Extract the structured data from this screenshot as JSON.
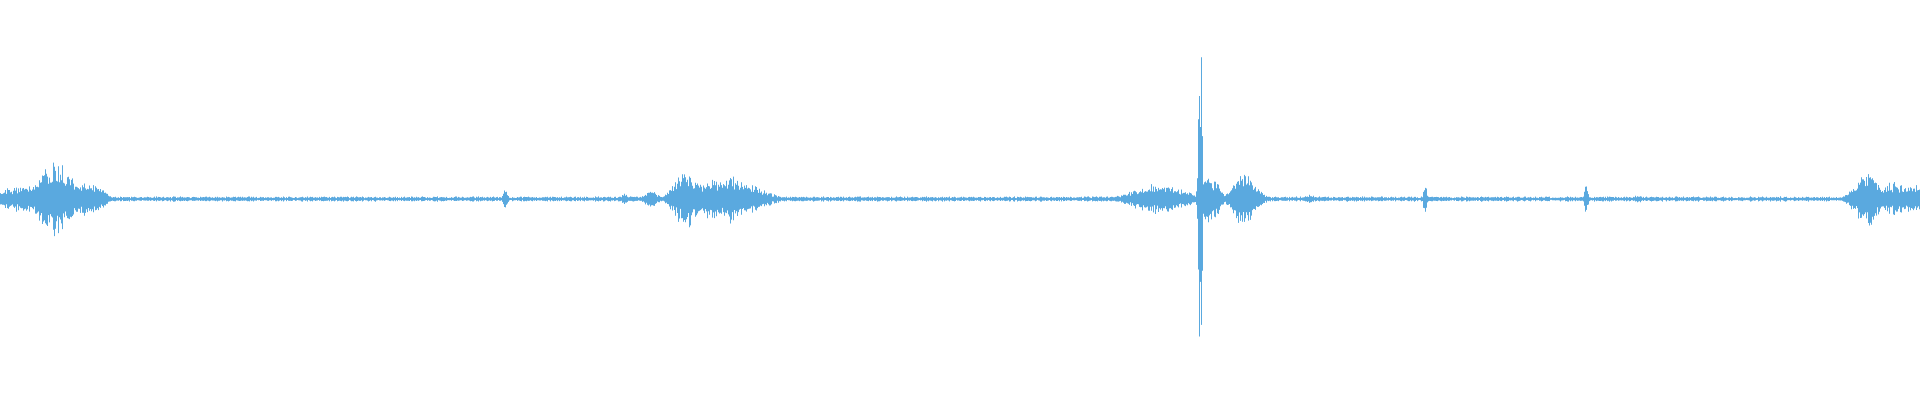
{
  "waveform": {
    "color": "#5aa9df",
    "background": "#ffffff",
    "channels": 1,
    "duration_fraction_note": "",
    "bursts": [
      {
        "center": 0.012,
        "width": 0.02,
        "amp": 0.03,
        "density": 1.0
      },
      {
        "center": 0.029,
        "width": 0.012,
        "amp": 0.085,
        "density": 1.0
      },
      {
        "center": 0.045,
        "width": 0.01,
        "amp": 0.04,
        "density": 1.0
      },
      {
        "center": 0.263,
        "width": 0.0015,
        "amp": 0.03,
        "density": 1.0
      },
      {
        "center": 0.325,
        "width": 0.003,
        "amp": 0.012,
        "density": 1.0
      },
      {
        "center": 0.339,
        "width": 0.005,
        "amp": 0.018,
        "density": 1.0
      },
      {
        "center": 0.357,
        "width": 0.008,
        "amp": 0.07,
        "density": 1.0
      },
      {
        "center": 0.378,
        "width": 0.02,
        "amp": 0.055,
        "density": 1.0
      },
      {
        "center": 0.396,
        "width": 0.006,
        "amp": 0.02,
        "density": 1.0
      },
      {
        "center": 0.603,
        "width": 0.018,
        "amp": 0.035,
        "density": 1.0
      },
      {
        "center": 0.625,
        "width": 0.0012,
        "amp": 0.4,
        "density": 1.0
      },
      {
        "center": 0.63,
        "width": 0.006,
        "amp": 0.06,
        "density": 1.0
      },
      {
        "center": 0.648,
        "width": 0.008,
        "amp": 0.065,
        "density": 1.0
      },
      {
        "center": 0.682,
        "width": 0.004,
        "amp": 0.01,
        "density": 1.0
      },
      {
        "center": 0.742,
        "width": 0.0012,
        "amp": 0.035,
        "density": 1.0
      },
      {
        "center": 0.826,
        "width": 0.0012,
        "amp": 0.04,
        "density": 1.0
      },
      {
        "center": 0.853,
        "width": 0.002,
        "amp": 0.012,
        "density": 1.0
      },
      {
        "center": 0.972,
        "width": 0.008,
        "amp": 0.065,
        "density": 1.0
      },
      {
        "center": 0.985,
        "width": 0.012,
        "amp": 0.04,
        "density": 1.0
      },
      {
        "center": 0.996,
        "width": 0.008,
        "amp": 0.035,
        "density": 1.0
      }
    ],
    "baseline_noise": 0.006
  }
}
